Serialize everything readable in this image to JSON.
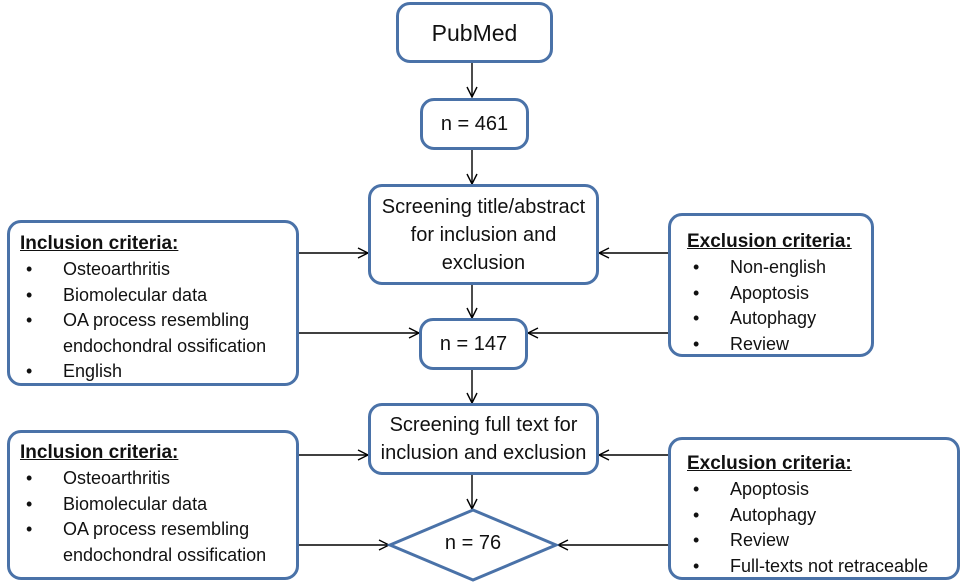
{
  "source": "PubMed",
  "counts": {
    "initial": "n = 461",
    "after_screening": "n = 147",
    "final": "n = 76"
  },
  "steps": {
    "screen_title": "Screening title/abstract for inclusion and exclusion",
    "screen_full": "Screening full text for inclusion and exclusion"
  },
  "inclusion_1": {
    "title": "Inclusion criteria:",
    "items": [
      "Osteoarthritis",
      "Biomolecular data",
      "OA process resembling",
      "endochondral ossification",
      "English"
    ]
  },
  "exclusion_1": {
    "title": "Exclusion criteria:",
    "items": [
      "Non-english",
      "Apoptosis",
      "Autophagy",
      "Review"
    ]
  },
  "inclusion_2": {
    "title": "Inclusion criteria:",
    "items": [
      "Osteoarthritis",
      "Biomolecular data",
      "OA process resembling",
      "endochondral ossification"
    ]
  },
  "exclusion_2": {
    "title": "Exclusion criteria:",
    "items": [
      "Apoptosis",
      "Autophagy",
      "Review",
      "Full-texts not retraceable"
    ]
  },
  "colors": {
    "border": "#4a72a8",
    "arrow": "#000000"
  }
}
